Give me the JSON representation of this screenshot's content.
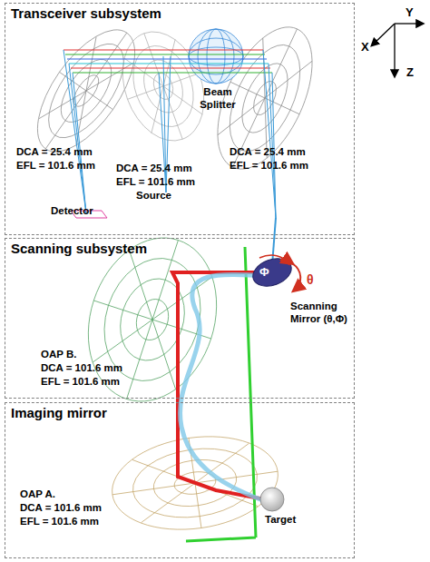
{
  "diagram": {
    "nodes": [
      {
        "text": [
          "Transceiver subsystem"
        ]
      },
      {
        "text": [
          "Scanning subsystem"
        ]
      },
      {
        "text": [
          "Imaging mirror"
        ]
      }
    ],
    "labels": [
      "Beam Splitter",
      "DCA = 25.4 mm",
      "EFL = 101.6 mm",
      "Detector",
      "DCA = 25.4 mm",
      "EFL = 101.6 mm",
      "Source",
      "DCA = 25.4 mm",
      "EFL = 101.6 mm",
      "Φ",
      "θ",
      "Scanning Mirror (θ,Φ)",
      "OAP B.",
      "DCA = 101.6 mm",
      "EFL = 101.6 mm",
      "Target",
      "OAP A.",
      "DCA = 101.6 mm",
      "EFL = 101.6 mm",
      "Y",
      "X",
      "Z"
    ]
  }
}
